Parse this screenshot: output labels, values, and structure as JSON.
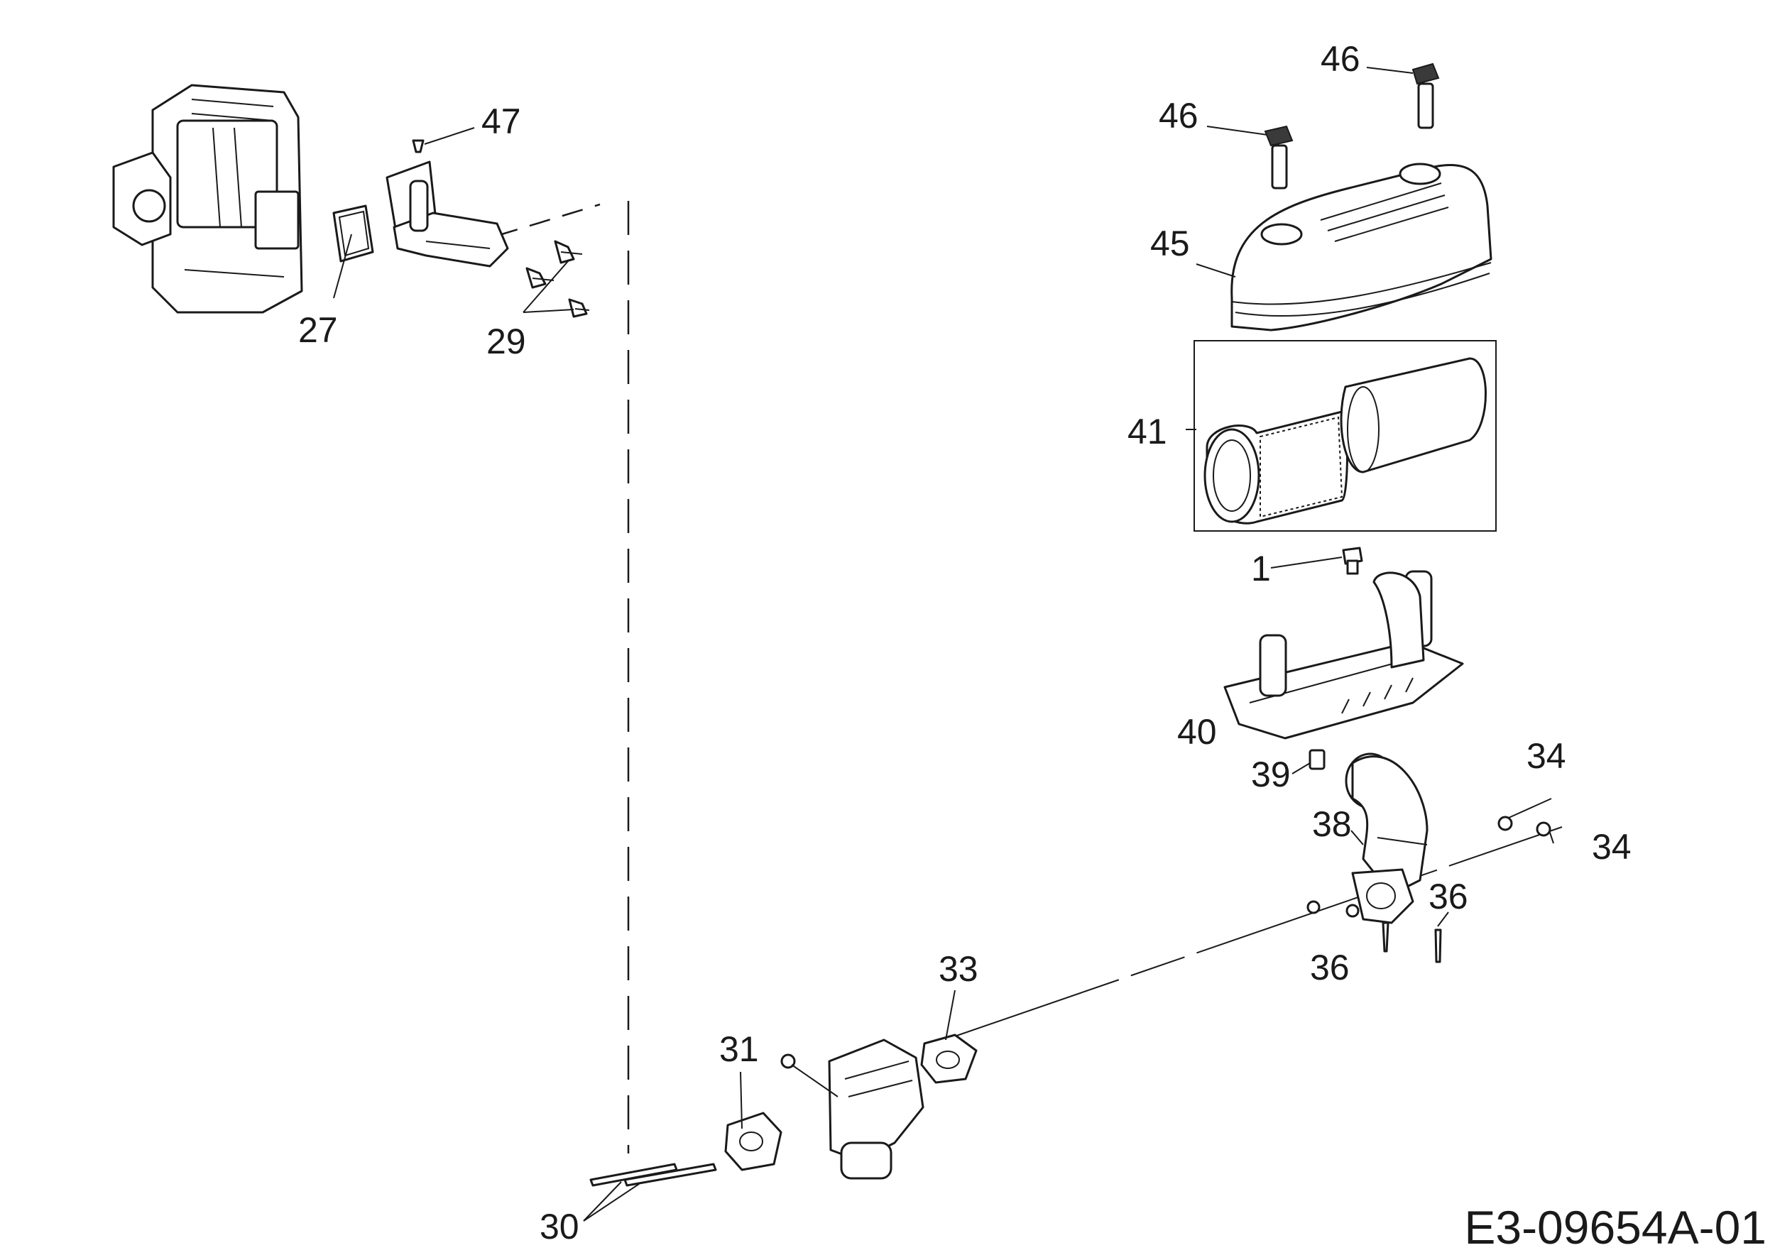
{
  "callouts": {
    "c1": "1",
    "c27": "27",
    "c29": "29",
    "c30": "30",
    "c31": "31",
    "c33": "33",
    "c34a": "34",
    "c34b": "34",
    "c36a": "36",
    "c36b": "36",
    "c38": "38",
    "c39": "39",
    "c40": "40",
    "c41": "41",
    "c45": "45",
    "c46a": "46",
    "c46b": "46",
    "c47": "47"
  },
  "drawing_code": "E3-09654A-01"
}
